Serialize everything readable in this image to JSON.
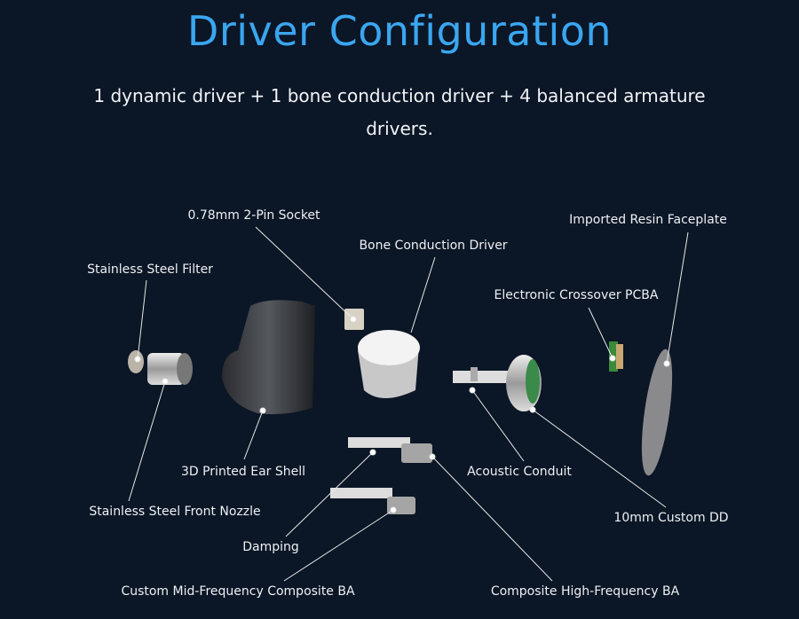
{
  "title": "Driver Configuration",
  "subtitle": "1 dynamic driver + 1 bone conduction driver + 4 balanced armature drivers.",
  "labels": {
    "socket": "0.78mm 2-Pin Socket",
    "bone": "Bone Conduction Driver",
    "faceplate": "Imported Resin Faceplate",
    "filter": "Stainless Steel Filter",
    "pcba": "Electronic Crossover PCBA",
    "shell": "3D Printed Ear Shell",
    "conduit": "Acoustic Conduit",
    "nozzle": "Stainless Steel Front Nozzle",
    "dd": "10mm Custom DD",
    "damping": "Damping",
    "midba": "Custom Mid-Frequency Composite BA",
    "hfba": "Composite High-Frequency BA"
  },
  "colors": {
    "title": "#3aa6f0",
    "background": "#0b1626"
  }
}
